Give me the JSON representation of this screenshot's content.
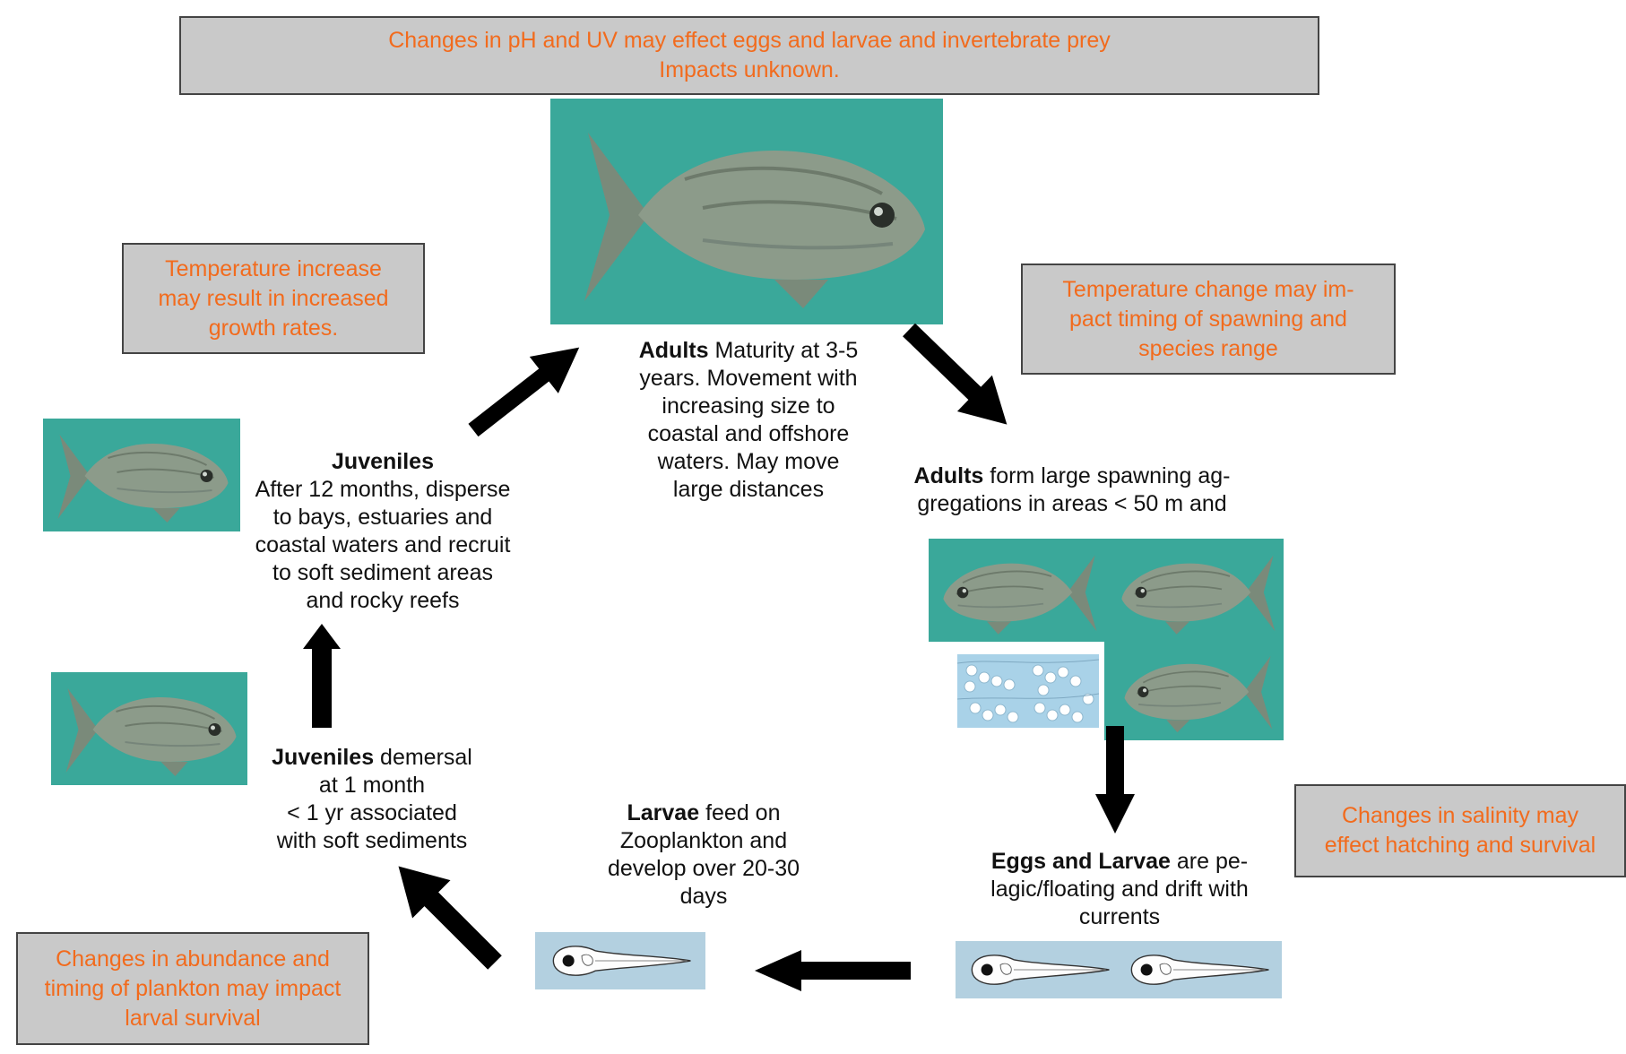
{
  "impacts": {
    "top": {
      "line1": "Changes in pH and UV may effect eggs and larvae and invertebrate prey",
      "line2": "Impacts unknown."
    },
    "growth": {
      "line1": "Temperature increase",
      "line2": "may result in increased",
      "line3": "growth rates."
    },
    "spawning": {
      "line1": "Temperature change may im-",
      "line2": "pact timing of spawning and",
      "line3": "species range"
    },
    "salinity": {
      "line1": "Changes in salinity may",
      "line2": "effect hatching and survival"
    },
    "plankton": {
      "line1": "Changes in abundance and",
      "line2": "timing of plankton may impact",
      "line3": "larval survival"
    }
  },
  "stages": {
    "adults_top": {
      "bold": "Adults",
      "line1": " Maturity at  3-5",
      "line2": "years. Movement with",
      "line3": "increasing size to",
      "line4": "coastal and offshore",
      "line5": "waters. May move",
      "line6": "large distances"
    },
    "adults_spawn": {
      "bold": "Adults",
      "line1": " form large spawning ag-",
      "line2": "gregations in  areas < 50 m and"
    },
    "juveniles_top": {
      "title": "Juveniles",
      "line1": "After 12 months, disperse",
      "line2": "to bays, estuaries and",
      "line3": "coastal waters and recruit",
      "line4": "to soft sediment areas",
      "line5": "and rocky reefs"
    },
    "juveniles_bottom": {
      "bold": "Juveniles",
      "line1": " demersal",
      "line2": "at 1 month",
      "line3": "< 1 yr associated",
      "line4": "with soft sediments"
    },
    "larvae": {
      "bold": "Larvae",
      "line1": " feed on",
      "line2": "Zooplankton and",
      "line3": "develop over 20-30",
      "line4": "days"
    },
    "eggs": {
      "bold": "Eggs and Larvae",
      "line1": " are pe-",
      "line2": "lagic/floating and drift with",
      "line3": "currents"
    }
  },
  "colors": {
    "impact_text": "#f26b1d",
    "impact_bg": "#c9c9c9",
    "water": "#3aa89a",
    "larvae_bg": "#b3d0e0",
    "arrow": "#000000"
  }
}
